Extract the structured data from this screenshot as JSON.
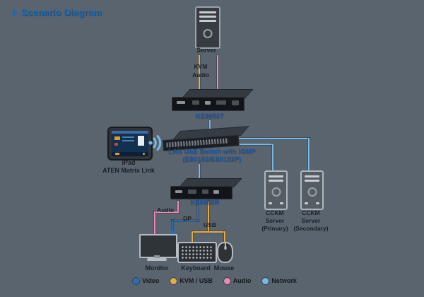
{
  "title": {
    "text": "Scenario Diagram"
  },
  "colors": {
    "background": "#5a646e",
    "title": "#1769b8",
    "device_label": "#1d55a0",
    "text": "#1b1e24",
    "video": "#2e6db4",
    "kvm_usb": "#e9ac3e",
    "audio": "#ef88b5",
    "network": "#79b9e6"
  },
  "diagram": {
    "server": {
      "label": "Server"
    },
    "transmitter": {
      "label": "KE9950T"
    },
    "switch": {
      "name": "LAN GbE Switch with IGMP",
      "models": "(ES0152/ES0152P)"
    },
    "tablet": {
      "device": "iPad",
      "app": "ATEN Matrix Link"
    },
    "receiver": {
      "label": "KE9950R"
    },
    "cckm_primary": {
      "line1": "CCKM",
      "line2": "Server",
      "line3": "(Primary)"
    },
    "cckm_secondary": {
      "line1": "CCKM",
      "line2": "Server",
      "line3": "(Secondary)"
    },
    "monitor": {
      "label": "Monitor"
    },
    "keyboard": {
      "label": "Keyboard"
    },
    "mouse": {
      "label": "Mouse"
    },
    "connections": {
      "kvm": "KVM",
      "audio_source": "Audio",
      "audio_console": "Audio",
      "dp": "DP",
      "usb": "USB"
    }
  },
  "legend": {
    "items": [
      {
        "label": "Video",
        "color": "#2e6db4"
      },
      {
        "label": "KVM / USB",
        "color": "#e9ac3e"
      },
      {
        "label": "Audio",
        "color": "#ef88b5"
      },
      {
        "label": "Network",
        "color": "#79b9e6"
      }
    ]
  }
}
